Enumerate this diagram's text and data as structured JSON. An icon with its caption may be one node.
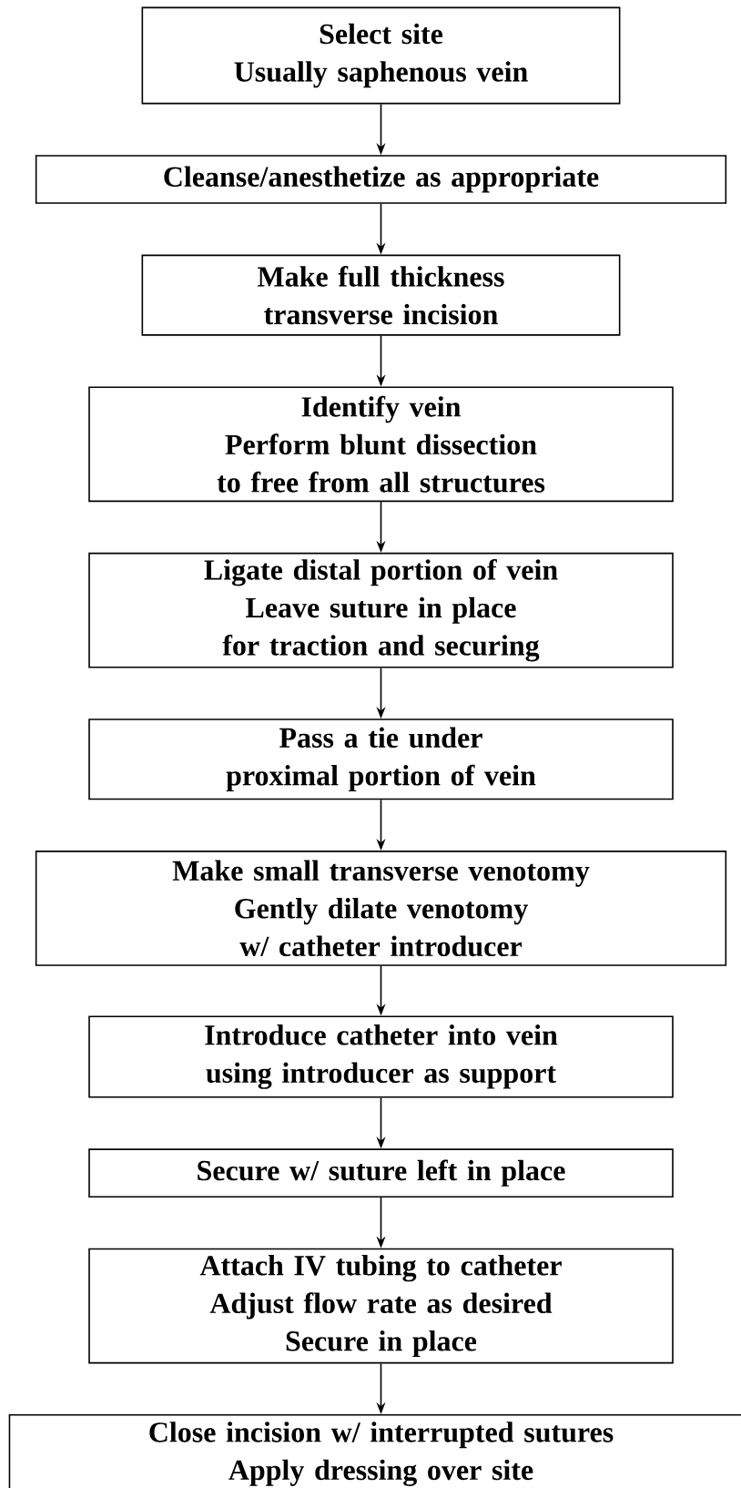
{
  "diagram": {
    "nodes": [
      {
        "text": [
          "Select site",
          "Usually saphenous vein"
        ]
      },
      {
        "text": [
          "Cleanse/anesthetize as appropriate"
        ]
      },
      {
        "text": [
          "Make full thickness transverse incision"
        ]
      },
      {
        "text": [
          "Identify vein",
          "Perform blunt dissection to free from all structures"
        ]
      },
      {
        "text": [
          "Ligate distal portion of vein",
          "Leave suture in place for traction and securing"
        ]
      },
      {
        "text": [
          "Pass a tie under proximal portion of vein"
        ]
      },
      {
        "text": [
          "Make small transverse venotomy",
          "Gently dilate venotomy w/ catheter introducer"
        ]
      },
      {
        "text": [
          "Introduce catheter into vein using introducer as support"
        ]
      },
      {
        "text": [
          "Secure w/ suture left in place"
        ]
      },
      {
        "text": [
          "Attach IV tubing to catheter",
          "Adjust flow rate as desired",
          "Secure in place"
        ]
      },
      {
        "text": [
          "Close incision w/ interrupted sutures",
          "Apply dressing over site"
        ]
      }
    ],
    "edges": [
      {
        "from": 0,
        "to": 1,
        "arrow": "to"
      },
      {
        "from": 1,
        "to": 2,
        "arrow": "to"
      },
      {
        "from": 2,
        "to": 3,
        "arrow": "to"
      },
      {
        "from": 3,
        "to": 4,
        "arrow": "to"
      },
      {
        "from": 4,
        "to": 5,
        "arrow": "to"
      },
      {
        "from": 5,
        "to": 6,
        "arrow": "to"
      },
      {
        "from": 6,
        "to": 7,
        "arrow": "to"
      },
      {
        "from": 7,
        "to": 8,
        "arrow": "to"
      },
      {
        "from": 8,
        "to": 9,
        "arrow": "to"
      },
      {
        "from": 9,
        "to": 10,
        "arrow": "to"
      }
    ]
  }
}
